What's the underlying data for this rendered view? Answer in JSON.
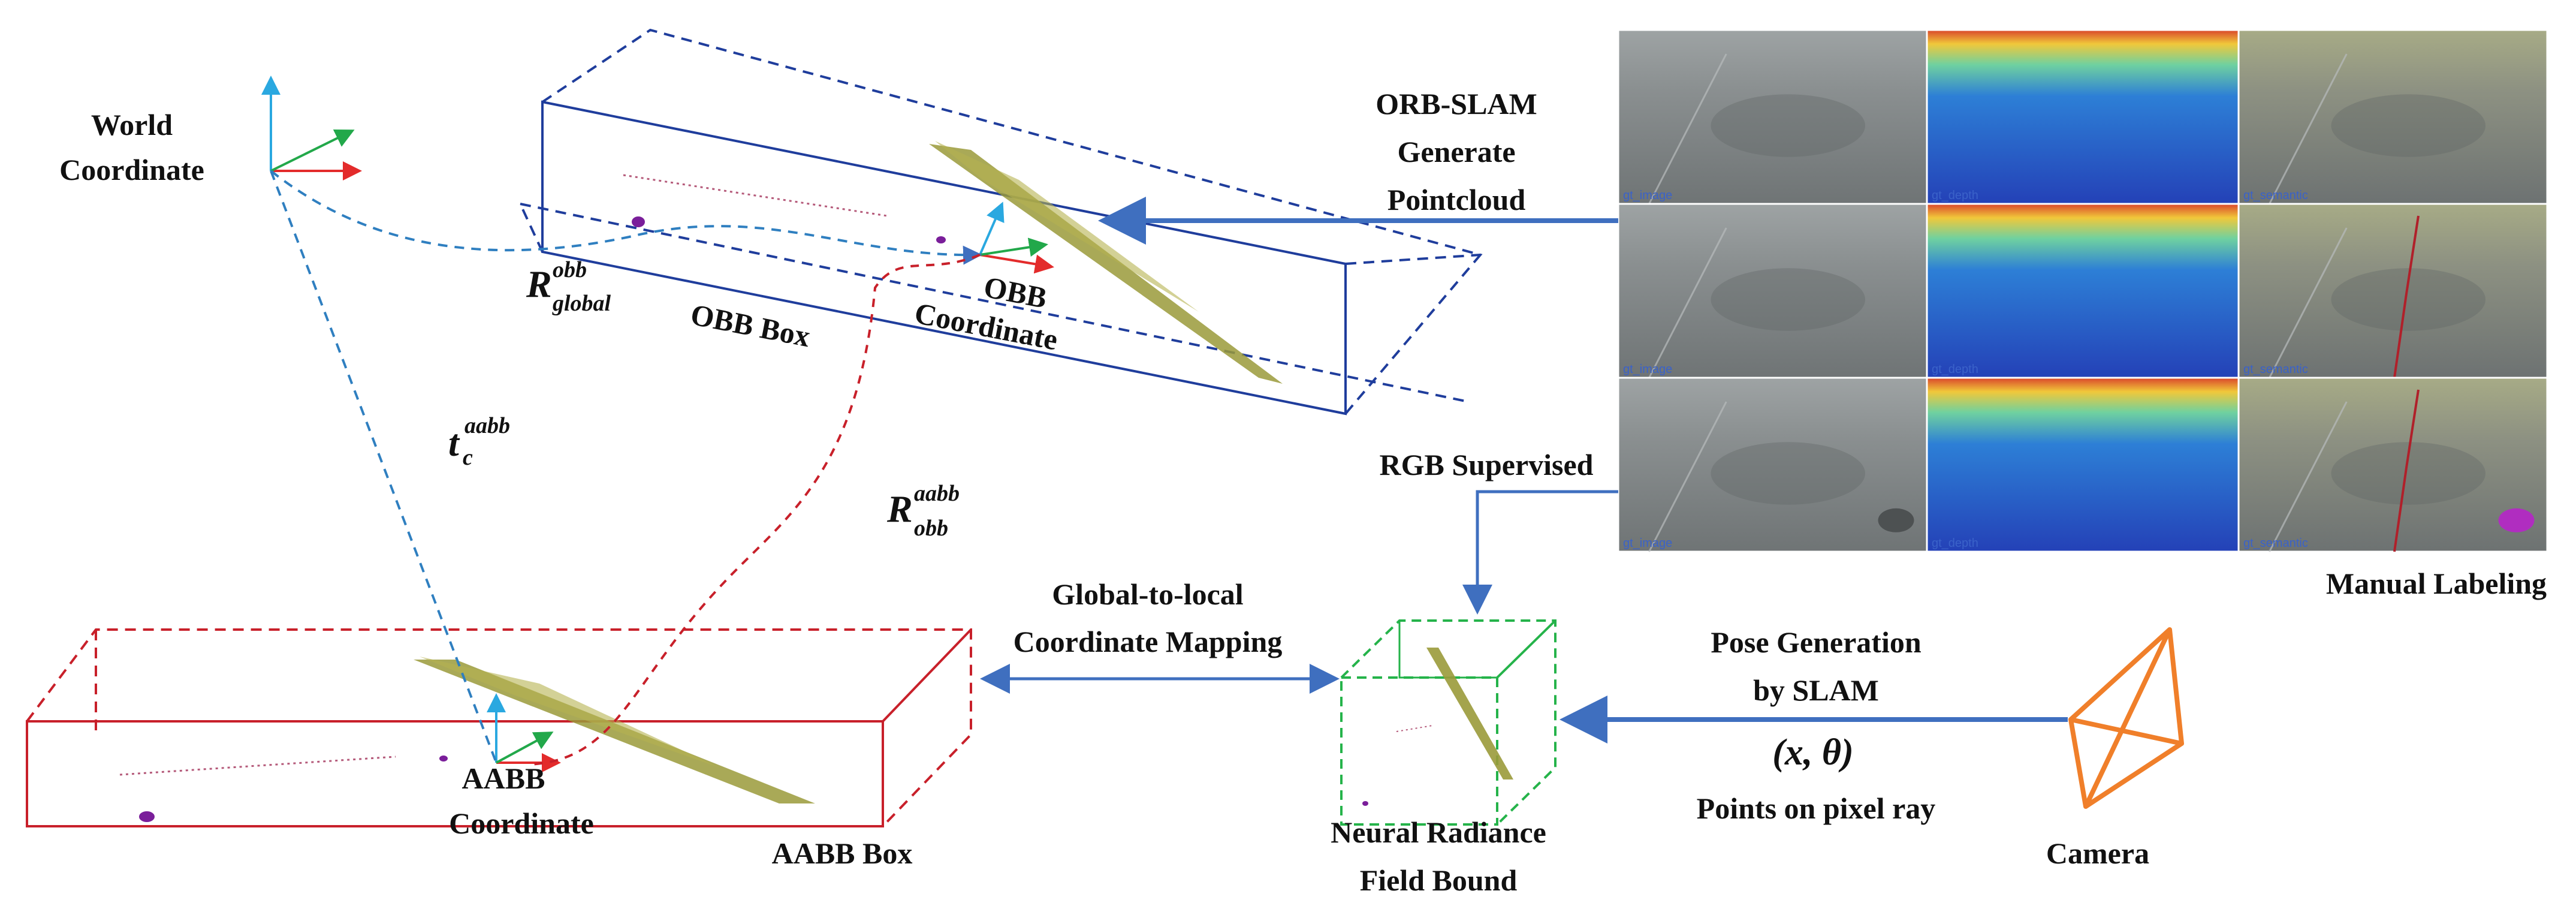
{
  "labels": {
    "world_coordinate": [
      "World",
      "Coordinate"
    ],
    "obb_box": "OBB Box",
    "obb_coordinate": [
      "OBB",
      "Coordinate"
    ],
    "aabb_coordinate": [
      "AABB",
      "Coordinate"
    ],
    "aabb_box": "AABB Box",
    "orb_slam": [
      "ORB-SLAM",
      "Generate",
      "Pointcloud"
    ],
    "rgb_supervised": "RGB Supervised",
    "manual_labeling": "Manual Labeling",
    "global_to_local": [
      "Global-to-local",
      "Coordinate Mapping"
    ],
    "pose_generation": [
      "Pose Generation",
      "by SLAM"
    ],
    "pose_tuple": "(x, θ)",
    "points_on_ray": "Points on pixel ray",
    "nerf_bound": [
      "Neural Radiance",
      "Field Bound"
    ],
    "camera": "Camera"
  },
  "math": {
    "r_global_obb": {
      "base": "R",
      "sup": "obb",
      "sub": "global"
    },
    "t_c_aabb": {
      "base": "t",
      "sup": "aabb",
      "sub": "c"
    },
    "r_obb_aabb": {
      "base": "R",
      "sup": "aabb",
      "sub": "obb"
    }
  },
  "image_grid": {
    "rows": 3,
    "columns": [
      "gt_image",
      "gt_depth",
      "gt_semantic"
    ]
  },
  "colors": {
    "blue_box": "#1f3d9c",
    "red_box": "#c8202a",
    "green_box": "#25b34a",
    "arrow_blue": "#3f6fbf",
    "axis_up": "#2aa8e0",
    "axis_right": "#e32b2b",
    "axis_forward": "#22a84a",
    "camera": "#f07f2a",
    "point_cloud": "#9a9a3a"
  }
}
